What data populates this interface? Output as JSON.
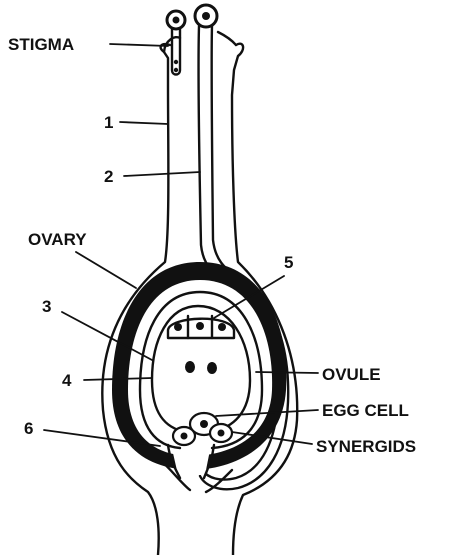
{
  "diagram": {
    "labels": {
      "stigma": "STIGMA",
      "n1": "1",
      "n2": "2",
      "ovary": "OVARY",
      "n5": "5",
      "n3": "3",
      "n4": "4",
      "ovule": "OVULE",
      "egg_cell": "EGG CELL",
      "n6": "6",
      "synergids": "SYNERGIDS"
    }
  }
}
